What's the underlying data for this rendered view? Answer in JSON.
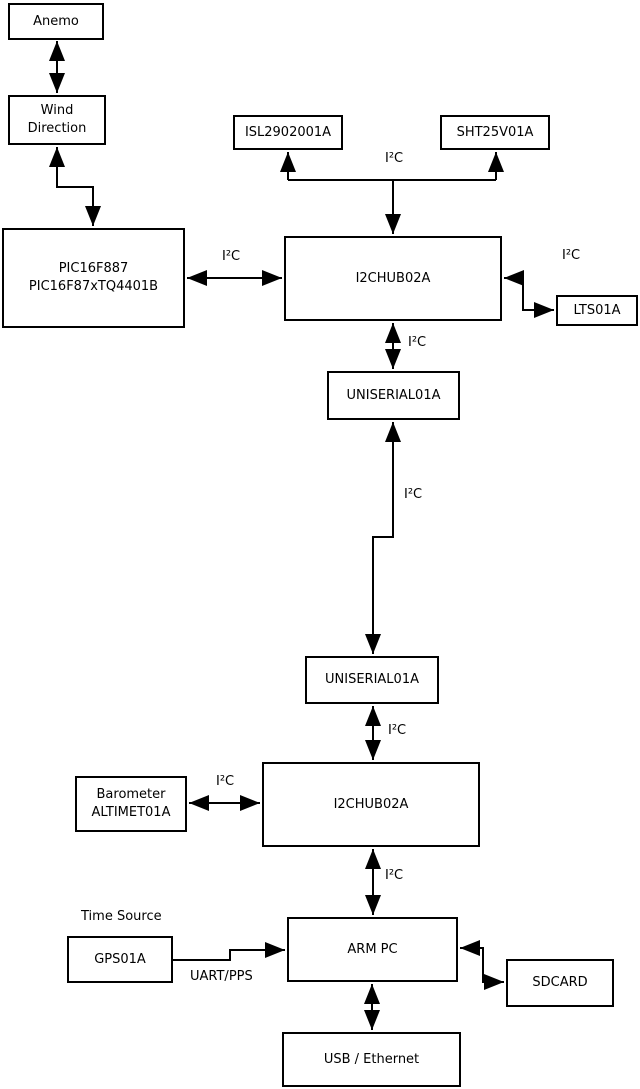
{
  "diagram": {
    "nodes": {
      "anemo": {
        "label": "Anemo"
      },
      "wind_direction": {
        "label": "Wind\nDirection"
      },
      "pic": {
        "label": "PIC16F887\nPIC16F87xTQ4401B"
      },
      "isl": {
        "label": "ISL2902001A"
      },
      "sht": {
        "label": "SHT25V01A"
      },
      "i2chub_top": {
        "label": "I2CHUB02A"
      },
      "lts": {
        "label": "LTS01A"
      },
      "uniserial_top": {
        "label": "UNISERIAL01A"
      },
      "uniserial_bottom": {
        "label": "UNISERIAL01A"
      },
      "barometer": {
        "label": "Barometer\nALTIMET01A"
      },
      "i2chub_bottom": {
        "label": "I2CHUB02A"
      },
      "gps": {
        "label": "GPS01A"
      },
      "arm_pc": {
        "label": "ARM PC"
      },
      "sdcard": {
        "label": "SDCARD"
      },
      "usb_ethernet": {
        "label": "USB / Ethernet"
      }
    },
    "edge_labels": {
      "pic_hub1": "I²C",
      "isl_sht_bus": "I²C",
      "hub1_lts": "I²C",
      "hub1_uniserial1": "I²C",
      "uniserial1_uniserial2": "I²C",
      "uniserial2_hub2": "I²C",
      "barometer_hub2": "I²C",
      "hub2_armpc": "I²C",
      "time_source": "Time Source",
      "gps_armpc": "UART/PPS"
    },
    "colors": {
      "line": "#000000",
      "background": "#ffffff"
    }
  }
}
